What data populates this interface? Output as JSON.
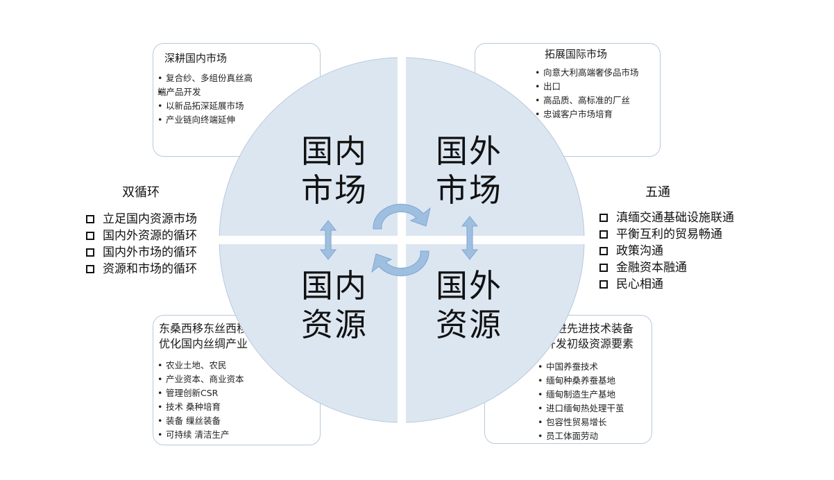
{
  "colors": {
    "quadrant_fill": "#dce6f1",
    "card_border": "#b7c9dc",
    "arrow_fill": "#9fbfe0",
    "arrow_stroke": "#7ea6d0"
  },
  "quadrants": {
    "top_left": {
      "line1": "国内",
      "line2": "市场"
    },
    "top_right": {
      "line1": "国外",
      "line2": "市场"
    },
    "bottom_left": {
      "line1": "国内",
      "line2": "资源"
    },
    "bottom_right": {
      "line1": "国外",
      "line2": "资源"
    }
  },
  "cards": {
    "domestic_market": {
      "title": "深耕国内市场",
      "items": [
        "复合纱、多组份真丝高",
        "端产品开发",
        "以新品拓深延展市场",
        "产业链向终端延伸"
      ]
    },
    "foreign_market": {
      "title": "拓展国际市场",
      "items": [
        "向意大利高端奢侈品市场",
        "出口",
        "高品质、高标准的厂丝",
        "忠诚客户市场培育"
      ]
    },
    "domestic_resource": {
      "title_line1": "东桑西移东丝西移",
      "title_line2": "优化国内丝绸产业",
      "items": [
        "农业土地、农民",
        "产业资本、商业资本",
        "管理创新CSR",
        "技术 桑种培育",
        "装备 缫丝装备",
        "可持续 清洁生产"
      ]
    },
    "foreign_resource": {
      "title_line1": "引进先进技术装备",
      "title_line2": "开发初级资源要素",
      "items": [
        "中国养蚕技术",
        "缅甸种桑养蚕基地",
        "缅甸制造生产基地",
        "进口缅甸热处理干茧",
        "包容性贸易增长",
        "员工体面劳动"
      ]
    }
  },
  "left_panel": {
    "title": "双循环",
    "items": [
      "立足国内资源市场",
      "国内外资源的循环",
      "国内外市场的循环",
      "资源和市场的循环"
    ]
  },
  "right_panel": {
    "title": "五通",
    "items": [
      "滇缅交通基础设施联通",
      "平衡互利的贸易畅通",
      "政策沟通",
      "金融资本融通",
      "民心相通"
    ]
  }
}
